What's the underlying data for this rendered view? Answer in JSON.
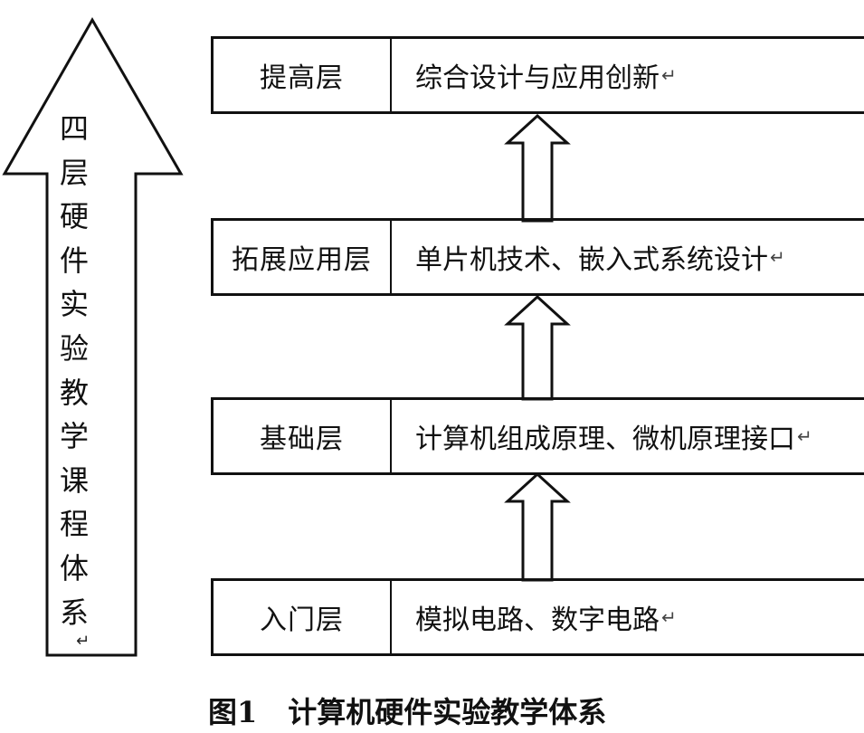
{
  "big_arrow": {
    "label_chars": [
      "四",
      "层",
      "硬",
      "件",
      "实",
      "验",
      "教",
      "学",
      "课",
      "程",
      "体",
      "系"
    ],
    "para_mark": "↵"
  },
  "layers": [
    {
      "name": "提高层",
      "desc": "综合设计与应用创新",
      "mark": "↵"
    },
    {
      "name": "拓展应用层",
      "desc": "单片机技术、嵌入式系统设计",
      "mark": "↵"
    },
    {
      "name": "基础层",
      "desc": "计算机组成原理、微机原理接口",
      "mark": "↵"
    },
    {
      "name": "入门层",
      "desc": "模拟电路、数字电路",
      "mark": "↵"
    }
  ],
  "caption": {
    "number": "图1",
    "text": "计算机硬件实验教学体系"
  }
}
